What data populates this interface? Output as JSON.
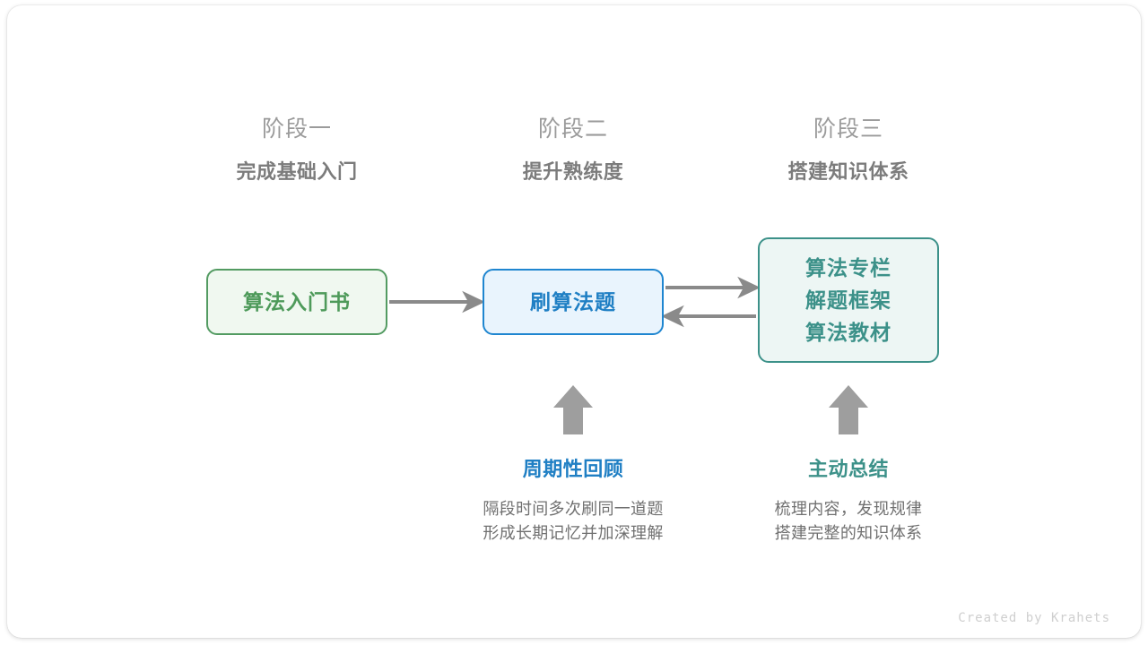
{
  "diagram": {
    "title_hidden": "",
    "colors": {
      "green": "#4e9a5a",
      "green_border": "#539b62",
      "green_fill": "#f0f8f0",
      "blue": "#1f7fc4",
      "blue_border": "#1f86d0",
      "blue_fill": "#e9f4fd",
      "teal": "#3c9189",
      "teal_fill": "#edf6f4",
      "arrow_gray": "#8a8a8a",
      "kicker_gray": "#9b9b9b",
      "title_gray": "#7c7c7c",
      "body_gray": "#707070",
      "credit_gray": "#cfcfcf"
    },
    "stages": [
      {
        "kicker": "阶段一",
        "title": "完成基础入门"
      },
      {
        "kicker": "阶段二",
        "title": "提升熟练度"
      },
      {
        "kicker": "阶段三",
        "title": "搭建知识体系"
      }
    ],
    "nodes": [
      {
        "id": "book",
        "lines": [
          "算法入门书"
        ]
      },
      {
        "id": "practice",
        "lines": [
          "刷算法题"
        ]
      },
      {
        "id": "resources",
        "lines": [
          "算法专栏",
          "解题框架",
          "算法教材"
        ]
      }
    ],
    "notes": [
      {
        "id": "review",
        "title": "周期性回顾",
        "body_lines": [
          "隔段时间多次刷同一道题",
          "形成长期记忆并加深理解"
        ]
      },
      {
        "id": "summary",
        "title": "主动总结",
        "body_lines": [
          "梳理内容，发现规律",
          "搭建完整的知识体系"
        ]
      }
    ],
    "credit": "Created by Krahets"
  }
}
